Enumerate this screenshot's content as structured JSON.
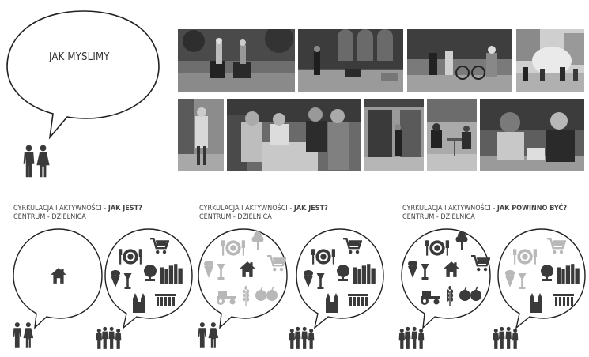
{
  "header": {
    "bubble_title": "JAK MYŚLIMY"
  },
  "photos": [
    {
      "id": "photo-prams-women"
    },
    {
      "id": "photo-square-people"
    },
    {
      "id": "photo-bench-bicycles"
    },
    {
      "id": "photo-fountain-crowd"
    },
    {
      "id": "photo-elderly-walking"
    },
    {
      "id": "photo-chess-players"
    },
    {
      "id": "photo-shopfront-man"
    },
    {
      "id": "photo-cafe-tables"
    },
    {
      "id": "photo-cafe-couple"
    }
  ],
  "panels": [
    {
      "line1_prefix": "CYRKULACJA I AKTYWNOŚCI - ",
      "line1_bold": "JAK JEST?",
      "line2": "CENTRUM - DZIELNICA"
    },
    {
      "line1_prefix": "CYRKULACJA I AKTYWNOŚCI - ",
      "line1_bold": "JAK JEST?",
      "line2": "CENTRUM - DZIELNICA"
    },
    {
      "line1_prefix": "CYRKULACJA I AKTYWNOŚCI - ",
      "line1_bold": "JAK POWINNO BYĆ?",
      "line2": "CENTRUM - DZIELNICA"
    }
  ],
  "colors": {
    "icon_dark": "#3a3a3a",
    "icon_light": "#b8b8b8",
    "bubble_stroke": "#222222"
  }
}
